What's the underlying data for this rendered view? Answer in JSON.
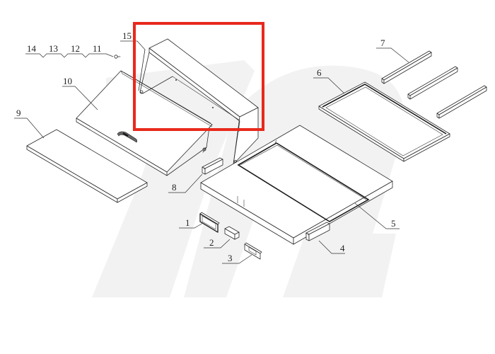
{
  "diagram": {
    "type": "exploded-view parts diagram",
    "highlight": {
      "part": "15",
      "color": "#e8291c"
    },
    "watermark_color": "#f2f2f2",
    "callouts": [
      {
        "id": "1",
        "label": "1"
      },
      {
        "id": "2",
        "label": "2"
      },
      {
        "id": "3",
        "label": "3"
      },
      {
        "id": "4",
        "label": "4"
      },
      {
        "id": "5",
        "label": "5"
      },
      {
        "id": "6",
        "label": "6"
      },
      {
        "id": "7",
        "label": "7"
      },
      {
        "id": "8",
        "label": "8"
      },
      {
        "id": "9",
        "label": "9"
      },
      {
        "id": "10",
        "label": "10"
      },
      {
        "id": "11",
        "label": "11"
      },
      {
        "id": "12",
        "label": "12"
      },
      {
        "id": "13",
        "label": "13"
      },
      {
        "id": "14",
        "label": "14"
      },
      {
        "id": "15",
        "label": "15"
      }
    ]
  }
}
